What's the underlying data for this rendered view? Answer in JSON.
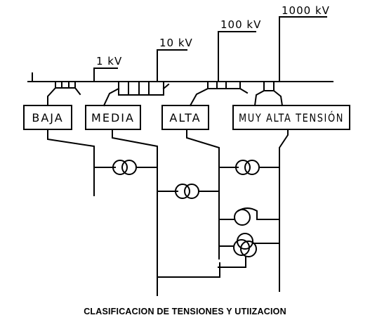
{
  "voltage_marks": {
    "kv1": "1 kV",
    "kv10": "10 kV",
    "kv100": "100 kV",
    "kv1000": "1000 kV"
  },
  "categories": {
    "baja": "BAJA",
    "media": "MEDIA",
    "alta": "ALTA",
    "muy_alta": "MUY ALTA TENSIÓN"
  },
  "caption": "CLASIFICACION DE TENSIONES Y UTIIZACION",
  "colors": {
    "ink": "#000000",
    "paper": "#ffffff"
  }
}
